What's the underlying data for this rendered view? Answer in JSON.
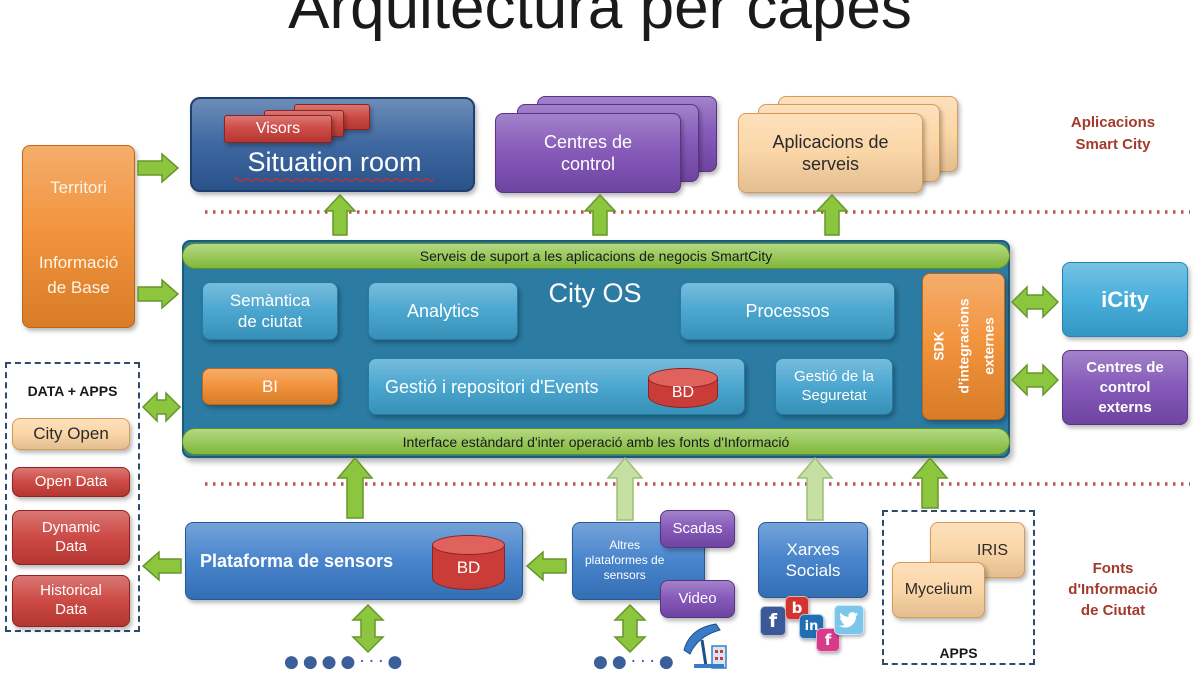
{
  "title": "Arquitectura per capes",
  "colors": {
    "green": "#8cc63f",
    "green_pale": "#c6e0a4",
    "orange": "#f08a2c",
    "purple": "#7b4cb3",
    "blue": "#3a7bc8",
    "cyan": "#3da0cc",
    "teal": "#2b7ba3",
    "red": "#c93c37",
    "peach": "#fbd3a0",
    "navy": "#2f5c9a",
    "label": "#a33a2c",
    "sky": "#3aa8d8"
  },
  "apps_layer": {
    "visors": "Visors",
    "situation_room": "Situation room",
    "control_centres": "Centres de\ncontrol",
    "service_apps": "Aplicacions de\nserveis",
    "label": "Aplicacions\nSmart City"
  },
  "base_info": {
    "territory": "Territori",
    "info": "Informació\nde Base"
  },
  "city_os": {
    "support_bar": "Serveis de suport a les aplicacions de negocis SmartCity",
    "title": "City OS",
    "semantics": "Semàntica\nde ciutat",
    "analytics": "Analytics",
    "processes": "Processos",
    "bi": "BI",
    "events": "Gestió i repositori d'Events",
    "events_db": "BD",
    "security": "Gestió de la\nSeguretat",
    "sdk": "SDK\nd'integracions\nexternes",
    "interface_bar": "Interface estàndard d'inter operació amb les fonts d'Informació"
  },
  "external": {
    "icity": "iCity",
    "control_centres": "Centres de\ncontrol\nexterns"
  },
  "data_apps": {
    "title": "DATA + APPS",
    "items": [
      "City Open",
      "Open Data",
      "Dynamic\nData",
      "Historical\nData"
    ]
  },
  "sources": {
    "sensor_platform": "Plataforma de sensors",
    "sensor_db": "BD",
    "other_platforms": "Altres\nplataformes de\nsensors",
    "scadas": "Scadas",
    "video": "Video",
    "social": "Xarxes\nSocials",
    "social_icons": [
      "f",
      "b",
      "in",
      "f"
    ],
    "apps": {
      "iris": "IRIS",
      "mycelium": "Mycelium",
      "label": "APPS"
    },
    "label": "Fonts\nd'Informació\nde Ciutat",
    "sensor_dots": "●●●●···●",
    "other_dots": "●●···●"
  }
}
